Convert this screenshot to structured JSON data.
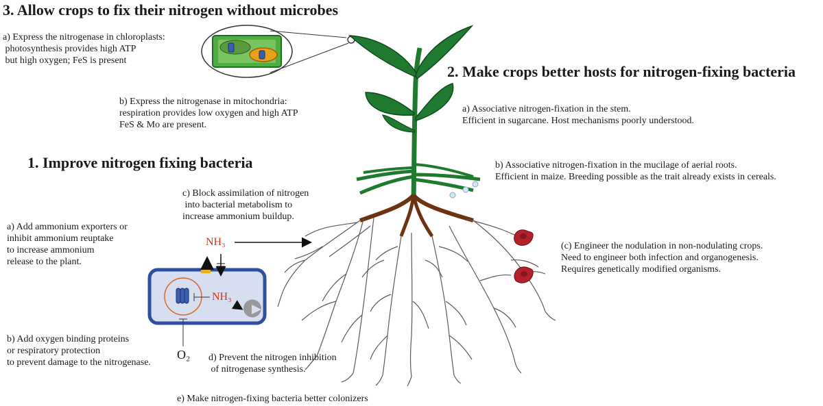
{
  "section3": {
    "title": "3. Allow crops to fix their nitrogen without microbes",
    "a": "a) Express the nitrogenase in chloroplasts:\n photosynthesis provides high ATP\n but high oxygen; FeS is present",
    "b": "b) Express the nitrogenase in mitochondria:\nrespiration provides low oxygen and high ATP\nFeS & Mo are present."
  },
  "section2": {
    "title": "2. Make crops better hosts for nitrogen-fixing bacteria",
    "a": "a) Associative nitrogen-fixation in the stem.\nEfficient in sugarcane. Host mechanisms poorly understood.",
    "b": "b) Associative nitrogen-fixation in the mucilage of aerial roots.\nEfficient in maize. Breeding possible as the trait already exists in cereals.",
    "c": "(c) Engineer the nodulation in non-nodulating crops.\nNeed to engineer both infection and organogenesis.\nRequires genetically modified organisms."
  },
  "section1": {
    "title": "1. Improve nitrogen fixing bacteria",
    "a": "a) Add ammonium exporters or\ninhibit ammonium reuptake\nto increase ammonium\nrelease to the plant.",
    "b": "b) Add oxygen binding proteins\nor respiratory protection\nto prevent damage to the nitrogenase.",
    "c": "c) Block assimilation of nitrogen\n into bacterial metabolism to\nincrease ammonium buildup.",
    "d": "d) Prevent the nitrogen inhibition\n of nitrogenase synthesis.",
    "e": "e) Make nitrogen-fixing bacteria better colonizers"
  },
  "labels": {
    "nh3_outside": "NH₃",
    "nh3_inside": "NH₃",
    "o2": "O₂"
  },
  "colors": {
    "leaf": "#1f7a30",
    "leaf_dark": "#0f4a1b",
    "root_brown": "#6b3410",
    "roots": "#5a5a5a",
    "cell_border": "#2f4fa0",
    "cell_fill": "#d7def0",
    "nodule": "#b3222b",
    "nh3": "#d0301e"
  }
}
